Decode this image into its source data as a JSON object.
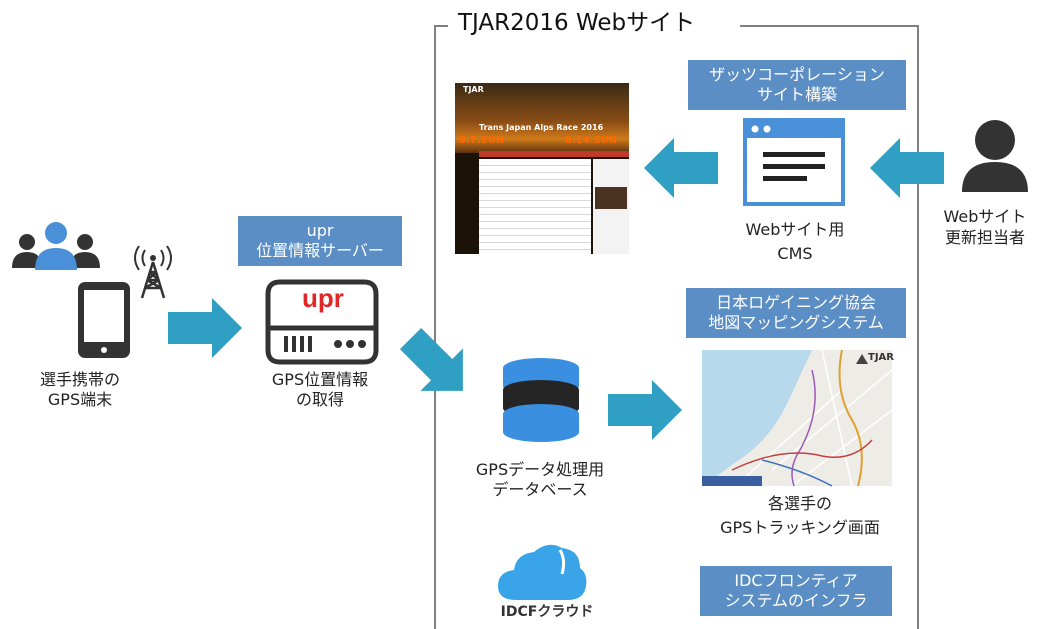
{
  "frame": {
    "title": "TJAR2016 Webサイト"
  },
  "boxes": {
    "upr_line1": "upr",
    "upr_line2": "位置情報サーバー",
    "zatsu_line1": "ザッツコーポレーション",
    "zatsu_line2": "サイト構築",
    "jogu_line1": "日本ロゲイニング協会",
    "jogu_line2": "地図マッピングシステム",
    "idcf_line1": "IDCフロンティア",
    "idcf_line2": "システムのインフラ"
  },
  "labels": {
    "phone_line1": "選手携帯の",
    "phone_line2": "GPS端末",
    "gps_line1": "GPS位置情報",
    "gps_line2": "の取得",
    "db_line1": "GPSデータ処理用",
    "db_line2": "データベース",
    "cms_line1": "Webサイト用",
    "cms_line2": "CMS",
    "person_line1": "Webサイト",
    "person_line2": "更新担当者",
    "tracking_line1": "各選手の",
    "tracking_line2": "GPSトラッキング画面"
  },
  "logos": {
    "upr": "upr",
    "idcf": "IDCFクラウド",
    "tjar": "TJAR"
  },
  "website_thumb": {
    "headline": "Trans Japan Alps Race 2016",
    "date_left": "8.7.SUN",
    "date_right": "8.14.SUN"
  },
  "colors": {
    "arrow": "#2f9fc4",
    "box": "#5b8ec4",
    "icon_dark": "#333333",
    "icon_blue": "#4a90d9",
    "db_blue": "#3a8fe0",
    "frame": "#808080"
  },
  "icons": [
    "people-icon",
    "antenna-icon",
    "smartphone-icon",
    "server-icon",
    "database-icon",
    "cms-window-icon",
    "person-icon",
    "cloud-icon"
  ]
}
